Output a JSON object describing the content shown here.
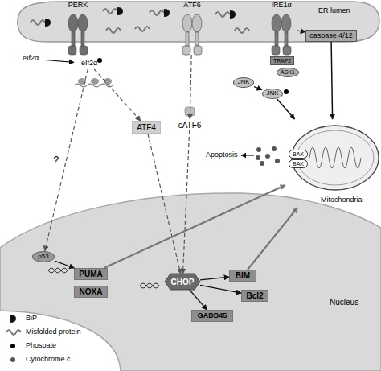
{
  "diagram": {
    "nodes": [
      {
        "text": [
          "ER lumen"
        ]
      },
      {
        "text": [
          "PERK"
        ]
      },
      {
        "text": [
          "ATF6"
        ]
      },
      {
        "text": [
          "IRE1α"
        ]
      },
      {
        "text": [
          "caspase 4/12"
        ],
        "in": 0
      },
      {
        "text": [
          "TRAF2"
        ]
      },
      {
        "text": [
          "ASK1"
        ]
      },
      {
        "text": [
          "JNK"
        ]
      },
      {
        "text": [
          "JNK"
        ]
      },
      {
        "text": [
          "eIf2α"
        ]
      },
      {
        "text": [
          "eIf2α"
        ]
      },
      {
        "text": [
          "ATF4"
        ]
      },
      {
        "text": [
          "cATF6"
        ]
      },
      {
        "text": [
          "Mitochondria"
        ]
      },
      {
        "text": [
          "BAX"
        ],
        "in": 13
      },
      {
        "text": [
          "BAK"
        ],
        "in": 13
      },
      {
        "text": [
          "Nucleus"
        ]
      },
      {
        "text": [
          "p53"
        ],
        "in": 16
      },
      {
        "text": [
          "PUMA"
        ],
        "in": 16
      },
      {
        "text": [
          "NOXA"
        ],
        "in": 16
      },
      {
        "text": [
          "CHOP"
        ],
        "in": 16
      },
      {
        "text": [
          "BIM"
        ],
        "in": 16
      },
      {
        "text": [
          "Bcl2"
        ],
        "in": 16
      },
      {
        "text": [
          "GADD45"
        ],
        "in": 16
      }
    ],
    "edges": [
      {
        "from": 9,
        "to": 10,
        "arrow": "to"
      },
      {
        "from": 3,
        "to": 4,
        "arrow": "to"
      },
      {
        "from": 7,
        "to": 8,
        "arrow": "to"
      },
      {
        "from": 8,
        "to": 13,
        "arrow": "to"
      },
      {
        "from": 4,
        "to": 13,
        "arrow": "to"
      },
      {
        "from": 10,
        "to": 11,
        "arrow": "to"
      },
      {
        "from": 10,
        "to": 17,
        "label": "?",
        "arrow": "to"
      },
      {
        "from": 2,
        "to": 12,
        "arrow": "to"
      },
      {
        "from": 11,
        "to": 20,
        "arrow": "to"
      },
      {
        "from": 12,
        "to": 20,
        "arrow": "to"
      },
      {
        "from": 17,
        "to": 18,
        "arrow": "to"
      },
      {
        "from": 18,
        "to": 13,
        "arrow": "to"
      },
      {
        "from": 20,
        "to": 21,
        "arrow": "to"
      },
      {
        "from": 20,
        "to": 22,
        "arrow": "to"
      },
      {
        "from": 20,
        "to": 23,
        "arrow": "to"
      },
      {
        "from": 21,
        "to": 13,
        "arrow": "to"
      }
    ],
    "labels": [
      "Apoptosis"
    ],
    "legend": [
      {
        "text": "BiP"
      },
      {
        "text": "Misfolded protein"
      },
      {
        "text": "Phospate"
      },
      {
        "text": "Cytochrome c"
      }
    ]
  }
}
